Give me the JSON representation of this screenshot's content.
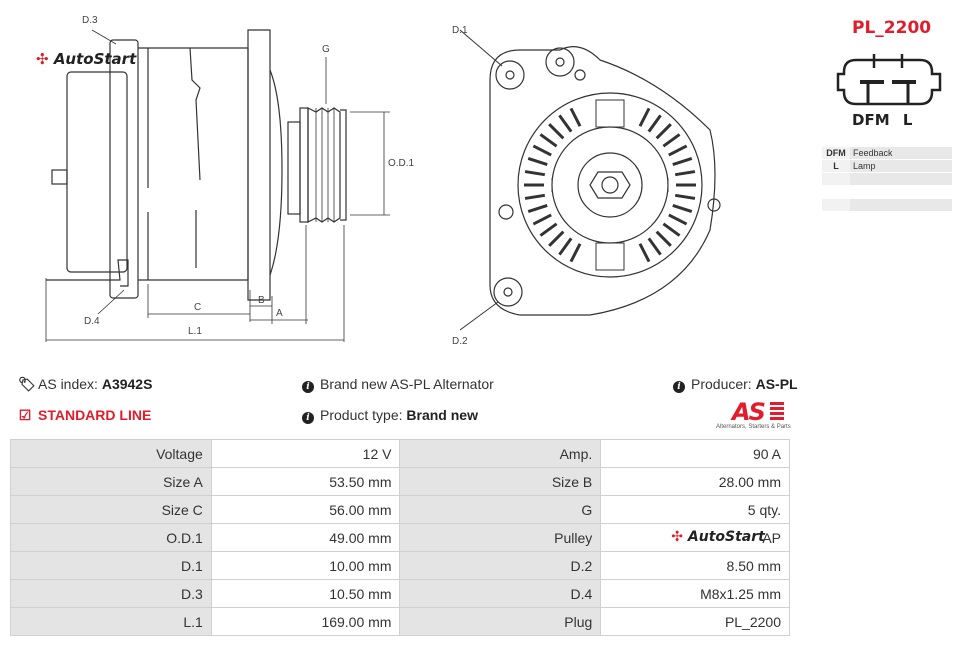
{
  "brand": {
    "logo_text": "AutoStart"
  },
  "plug": {
    "name": "PL_2200",
    "pins": "DFM L",
    "legend": [
      {
        "key": "DFM",
        "value": "Feedback"
      },
      {
        "key": "L",
        "value": "Lamp"
      },
      {
        "key": "",
        "value": ""
      },
      {
        "key": "",
        "value": ""
      },
      {
        "key": "",
        "value": ""
      }
    ]
  },
  "diagram": {
    "d3": "D.3",
    "g": "G",
    "od1": "O.D.1",
    "d4": "D.4",
    "c": "C",
    "b": "B",
    "a": "A",
    "l1": "L.1",
    "d1": "D.1",
    "d2": "D.2"
  },
  "info": {
    "as_index_label": "AS index:",
    "as_index_value": "A3942S",
    "standard_line": "STANDARD LINE",
    "brand_new": "Brand new AS-PL Alternator",
    "product_type_label": "Product type:",
    "product_type_value": "Brand new",
    "producer_label": "Producer:",
    "producer_value": "AS-PL",
    "producer_logo": "AS",
    "producer_tagline": "Alternators, Starters & Parts"
  },
  "specs": [
    {
      "l1": "Voltage",
      "v1": "12 V",
      "l2": "Amp.",
      "v2": "90 A"
    },
    {
      "l1": "Size A",
      "v1": "53.50 mm",
      "l2": "Size B",
      "v2": "28.00 mm"
    },
    {
      "l1": "Size C",
      "v1": "56.00 mm",
      "l2": "G",
      "v2": "5 qty."
    },
    {
      "l1": "O.D.1",
      "v1": "49.00 mm",
      "l2": "Pulley",
      "v2": "AP"
    },
    {
      "l1": "D.1",
      "v1": "10.00 mm",
      "l2": "D.2",
      "v2": "8.50 mm"
    },
    {
      "l1": "D.3",
      "v1": "10.50 mm",
      "l2": "D.4",
      "v2": "M8x1.25 mm"
    },
    {
      "l1": "L.1",
      "v1": "169.00 mm",
      "l2": "Plug",
      "v2": "PL_2200"
    }
  ]
}
